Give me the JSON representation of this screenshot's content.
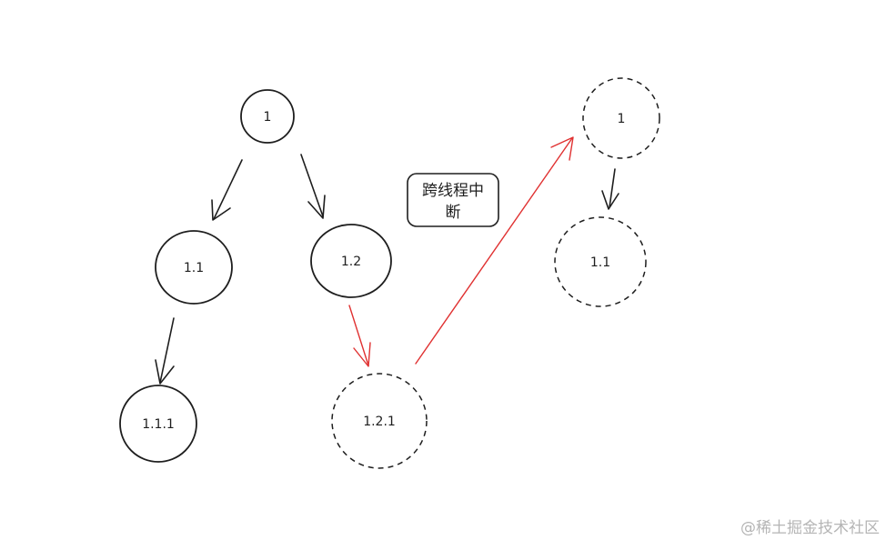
{
  "nodes": [
    {
      "id": "n1",
      "label": "1",
      "style": "solid"
    },
    {
      "id": "n11",
      "label": "1.1",
      "style": "solid"
    },
    {
      "id": "n12",
      "label": "1.2",
      "style": "solid"
    },
    {
      "id": "n111",
      "label": "1.1.1",
      "style": "solid"
    },
    {
      "id": "n121",
      "label": "1.2.1",
      "style": "dashed"
    },
    {
      "id": "r1",
      "label": "1",
      "style": "dashed"
    },
    {
      "id": "r11",
      "label": "1.1",
      "style": "dashed"
    }
  ],
  "edges": [
    {
      "from": "n1",
      "to": "n11",
      "color": "#1e1e1e"
    },
    {
      "from": "n1",
      "to": "n12",
      "color": "#1e1e1e"
    },
    {
      "from": "n11",
      "to": "n111",
      "color": "#1e1e1e"
    },
    {
      "from": "n12",
      "to": "n121",
      "color": "#e03131"
    },
    {
      "from": "n121",
      "to": "r1",
      "color": "#e03131"
    },
    {
      "from": "r1",
      "to": "r11",
      "color": "#1e1e1e"
    }
  ],
  "callout": {
    "line1": "跨线程中",
    "line2": "断"
  },
  "watermark": "@稀土掘金技术社区",
  "colors": {
    "ink": "#1e1e1e",
    "interrupt": "#e03131",
    "watermark": "#b5b5b5"
  }
}
